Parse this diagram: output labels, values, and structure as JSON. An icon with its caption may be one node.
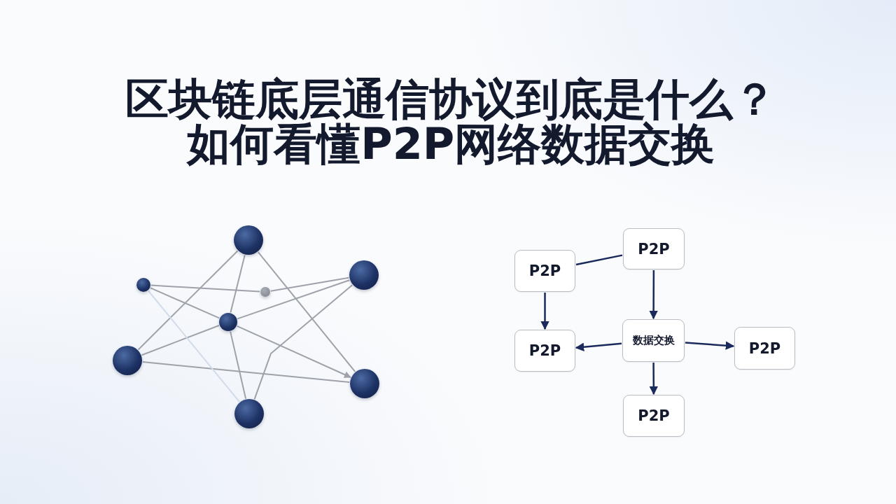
{
  "diagram": {
    "title": "区块链底层通信协议到底是什么？如何看懂P2P网络数据交换",
    "nodes": [
      {
        "text": [],
        "shape": "circle"
      },
      {
        "text": [],
        "shape": "circle"
      },
      {
        "text": [],
        "shape": "circle"
      },
      {
        "text": [],
        "shape": "circle"
      },
      {
        "text": [],
        "shape": "circle"
      },
      {
        "text": [],
        "shape": "circle"
      },
      {
        "text": [],
        "shape": "circle"
      },
      {
        "text": [],
        "shape": "circle"
      },
      {
        "text": [
          "P2P"
        ]
      },
      {
        "text": [
          "P2P"
        ]
      },
      {
        "text": [
          "P2P"
        ]
      },
      {
        "text": [
          "数据交换"
        ]
      },
      {
        "text": [
          "P2P"
        ]
      },
      {
        "text": [
          "P2P"
        ]
      }
    ],
    "edges": [
      {
        "from": 0,
        "to": 5,
        "arrow": "none"
      },
      {
        "from": 0,
        "to": 4,
        "arrow": "none"
      },
      {
        "from": 0,
        "to": 6,
        "arrow": "none"
      },
      {
        "from": 2,
        "to": 3,
        "arrow": "none"
      },
      {
        "from": 3,
        "to": 1,
        "arrow": "none"
      },
      {
        "from": 2,
        "to": 4,
        "arrow": "none"
      },
      {
        "from": 4,
        "to": 6,
        "arrow": "to"
      },
      {
        "from": 4,
        "to": 1,
        "arrow": "none"
      },
      {
        "from": 4,
        "to": 5,
        "arrow": "none"
      },
      {
        "from": 4,
        "to": 7,
        "arrow": "none"
      },
      {
        "from": 5,
        "to": 6,
        "arrow": "none"
      },
      {
        "from": 1,
        "to": 7,
        "arrow": "none"
      },
      {
        "from": 2,
        "to": 7,
        "arrow": "none",
        "color": "#d3dcea"
      },
      {
        "from": 9,
        "to": 8,
        "arrow": "none",
        "color": "#1b2a5c"
      },
      {
        "from": 9,
        "to": 10,
        "arrow": "to",
        "color": "#1b2a5c"
      },
      {
        "from": 8,
        "to": 11,
        "arrow": "to",
        "color": "#1b2a5c"
      },
      {
        "from": 11,
        "to": 10,
        "arrow": "to",
        "color": "#1b2a5c"
      },
      {
        "from": 11,
        "to": 12,
        "arrow": "to",
        "color": "#1b2a5c"
      },
      {
        "from": 11,
        "to": 13,
        "arrow": "to",
        "color": "#1b2a5c"
      }
    ]
  }
}
